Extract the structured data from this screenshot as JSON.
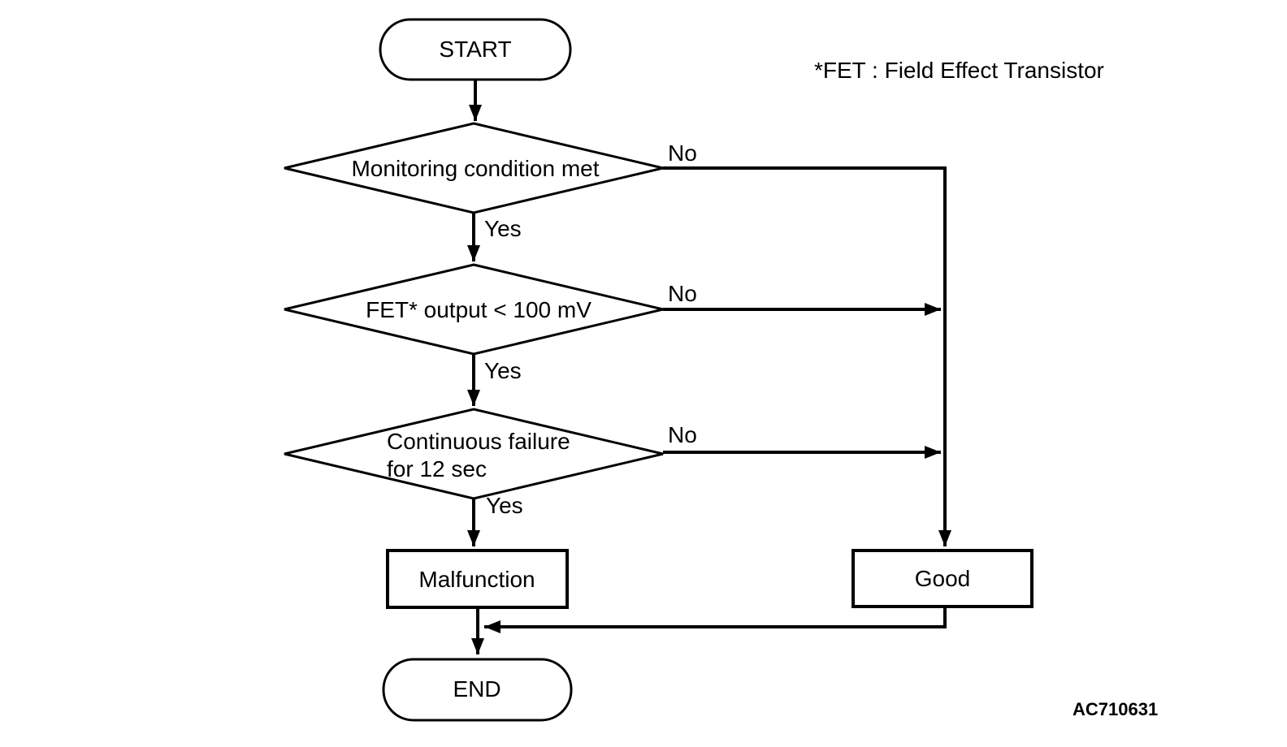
{
  "page": {
    "background": "#ffffff",
    "ink": "#000000"
  },
  "note": "*FET : Field Effect Transistor",
  "figure_code": "AC710631",
  "flow": {
    "start": "START",
    "decisions": [
      {
        "text": "Monitoring condition met",
        "yes": "Yes",
        "no": "No"
      },
      {
        "text": "FET* output < 100 mV",
        "yes": "Yes",
        "no": "No"
      },
      {
        "text_line1": "Continuous failure",
        "text_line2": "for 12 sec",
        "yes": "Yes",
        "no": "No"
      }
    ],
    "outcomes": {
      "malfunction": "Malfunction",
      "good": "Good"
    },
    "end": "END"
  }
}
